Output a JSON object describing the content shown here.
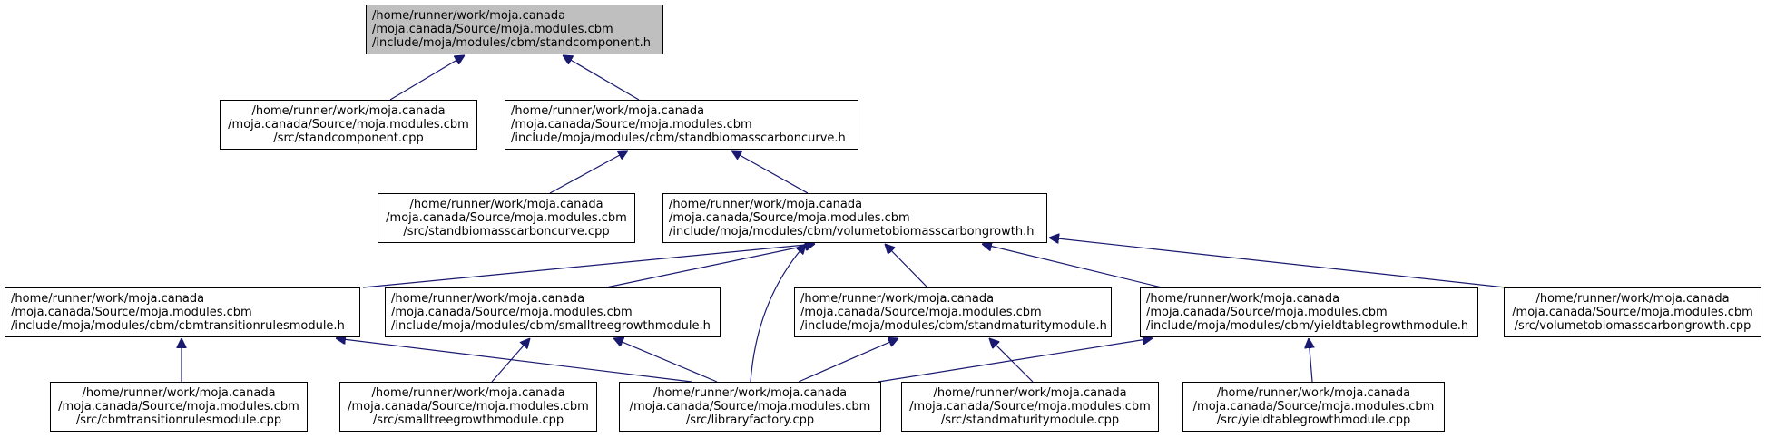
{
  "colors": {
    "edge": "#191970",
    "root_fill": "#bfbfbf",
    "node_fill": "#ffffff",
    "border": "#000000"
  },
  "nodes": [
    {
      "id": "standcomponent_h",
      "lines": [
        "/home/runner/work/moja.canada",
        "/moja.canada/Source/moja.modules.cbm",
        "/include/moja/modules/cbm/standcomponent.h"
      ],
      "root": true
    },
    {
      "id": "standcomponent_cpp",
      "lines": [
        "/home/runner/work/moja.canada",
        "/moja.canada/Source/moja.modules.cbm",
        "/src/standcomponent.cpp"
      ]
    },
    {
      "id": "standbiomasscarboncurve_h",
      "lines": [
        "/home/runner/work/moja.canada",
        "/moja.canada/Source/moja.modules.cbm",
        "/include/moja/modules/cbm/standbiomasscarboncurve.h"
      ]
    },
    {
      "id": "standbiomasscarboncurve_cpp",
      "lines": [
        "/home/runner/work/moja.canada",
        "/moja.canada/Source/moja.modules.cbm",
        "/src/standbiomasscarboncurve.cpp"
      ]
    },
    {
      "id": "volumetobiomasscarbongrowth_h",
      "lines": [
        "/home/runner/work/moja.canada",
        "/moja.canada/Source/moja.modules.cbm",
        "/include/moja/modules/cbm/volumetobiomasscarbongrowth.h"
      ]
    },
    {
      "id": "cbmtransitionrulesmodule_h",
      "lines": [
        "/home/runner/work/moja.canada",
        "/moja.canada/Source/moja.modules.cbm",
        "/include/moja/modules/cbm/cbmtransitionrulesmodule.h"
      ]
    },
    {
      "id": "smalltreegrowthmodule_h",
      "lines": [
        "/home/runner/work/moja.canada",
        "/moja.canada/Source/moja.modules.cbm",
        "/include/moja/modules/cbm/smalltreegrowthmodule.h"
      ]
    },
    {
      "id": "standmaturitymodule_h",
      "lines": [
        "/home/runner/work/moja.canada",
        "/moja.canada/Source/moja.modules.cbm",
        "/include/moja/modules/cbm/standmaturitymodule.h"
      ]
    },
    {
      "id": "yieldtablegrowthmodule_h",
      "lines": [
        "/home/runner/work/moja.canada",
        "/moja.canada/Source/moja.modules.cbm",
        "/include/moja/modules/cbm/yieldtablegrowthmodule.h"
      ]
    },
    {
      "id": "volumetobiomasscarbongrowth_cpp",
      "lines": [
        "/home/runner/work/moja.canada",
        "/moja.canada/Source/moja.modules.cbm",
        "/src/volumetobiomasscarbongrowth.cpp"
      ]
    },
    {
      "id": "cbmtransitionrulesmodule_cpp",
      "lines": [
        "/home/runner/work/moja.canada",
        "/moja.canada/Source/moja.modules.cbm",
        "/src/cbmtransitionrulesmodule.cpp"
      ]
    },
    {
      "id": "smalltreegrowthmodule_cpp",
      "lines": [
        "/home/runner/work/moja.canada",
        "/moja.canada/Source/moja.modules.cbm",
        "/src/smalltreegrowthmodule.cpp"
      ]
    },
    {
      "id": "libraryfactory_cpp",
      "lines": [
        "/home/runner/work/moja.canada",
        "/moja.canada/Source/moja.modules.cbm",
        "/src/libraryfactory.cpp"
      ]
    },
    {
      "id": "standmaturitymodule_cpp",
      "lines": [
        "/home/runner/work/moja.canada",
        "/moja.canada/Source/moja.modules.cbm",
        "/src/standmaturitymodule.cpp"
      ]
    },
    {
      "id": "yieldtablegrowthmodule_cpp",
      "lines": [
        "/home/runner/work/moja.canada",
        "/moja.canada/Source/moja.modules.cbm",
        "/src/yieldtablegrowthmodule.cpp"
      ]
    }
  ],
  "edges": [
    {
      "from": "standcomponent_cpp",
      "to": "standcomponent_h"
    },
    {
      "from": "standbiomasscarboncurve_h",
      "to": "standcomponent_h"
    },
    {
      "from": "standbiomasscarboncurve_cpp",
      "to": "standbiomasscarboncurve_h"
    },
    {
      "from": "volumetobiomasscarbongrowth_h",
      "to": "standbiomasscarboncurve_h"
    },
    {
      "from": "cbmtransitionrulesmodule_h",
      "to": "volumetobiomasscarbongrowth_h"
    },
    {
      "from": "smalltreegrowthmodule_h",
      "to": "volumetobiomasscarbongrowth_h"
    },
    {
      "from": "libraryfactory_cpp",
      "to": "volumetobiomasscarbongrowth_h"
    },
    {
      "from": "standmaturitymodule_h",
      "to": "volumetobiomasscarbongrowth_h"
    },
    {
      "from": "yieldtablegrowthmodule_h",
      "to": "volumetobiomasscarbongrowth_h"
    },
    {
      "from": "volumetobiomasscarbongrowth_cpp",
      "to": "volumetobiomasscarbongrowth_h"
    },
    {
      "from": "cbmtransitionrulesmodule_cpp",
      "to": "cbmtransitionrulesmodule_h"
    },
    {
      "from": "libraryfactory_cpp",
      "to": "cbmtransitionrulesmodule_h"
    },
    {
      "from": "smalltreegrowthmodule_cpp",
      "to": "smalltreegrowthmodule_h"
    },
    {
      "from": "libraryfactory_cpp",
      "to": "smalltreegrowthmodule_h"
    },
    {
      "from": "libraryfactory_cpp",
      "to": "standmaturitymodule_h"
    },
    {
      "from": "standmaturitymodule_cpp",
      "to": "standmaturitymodule_h"
    },
    {
      "from": "libraryfactory_cpp",
      "to": "yieldtablegrowthmodule_h"
    },
    {
      "from": "yieldtablegrowthmodule_cpp",
      "to": "yieldtablegrowthmodule_h"
    }
  ]
}
